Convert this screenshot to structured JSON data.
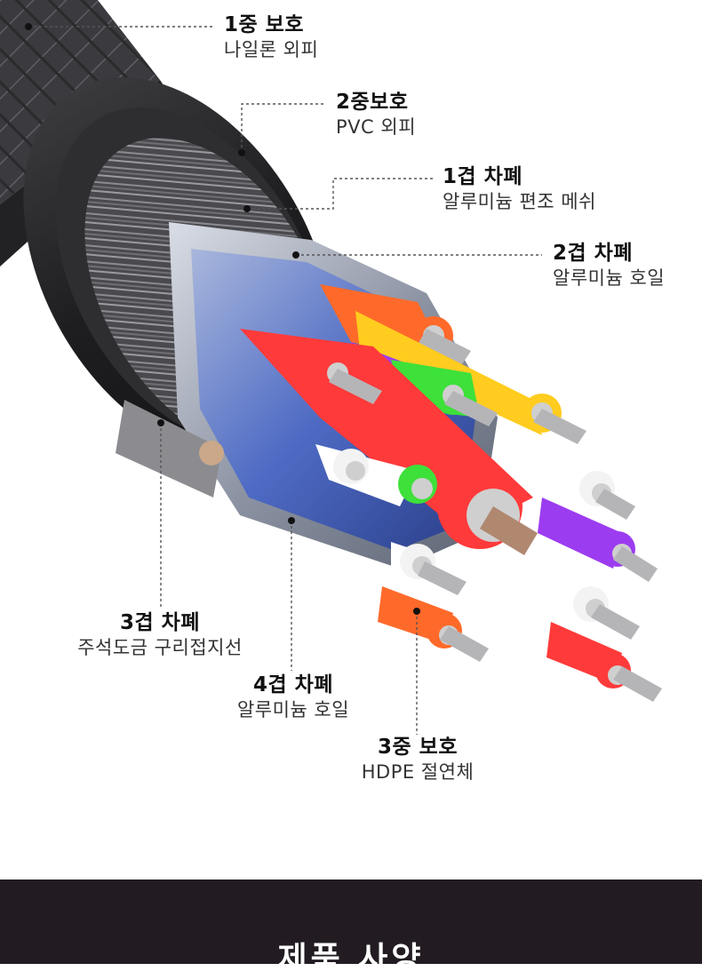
{
  "labels": [
    {
      "title": "1중 보호",
      "sub": "나일론 외피"
    },
    {
      "title": "2중보호",
      "sub": "PVC 외피"
    },
    {
      "title": "1겹 차폐",
      "sub": "알루미늄 편조 메쉬"
    },
    {
      "title": "2겹 차폐",
      "sub": "알루미늄 호일"
    },
    {
      "title": "3겹 차폐",
      "sub": "주석도금 구리접지선"
    },
    {
      "title": "4겹 차폐",
      "sub": "알루미늄 호일"
    },
    {
      "title": "3중 보호",
      "sub": "HDPE 절연체"
    }
  ],
  "footer": {
    "title": "제품 사양"
  },
  "colors": {
    "footer_bg": "#221c22",
    "jacket": "#2a2a2c",
    "wires": [
      "#ff6a2a",
      "#ffcc1f",
      "#9c3cf0",
      "#3ee03a",
      "#ff3a3a",
      "#ffffff"
    ]
  }
}
